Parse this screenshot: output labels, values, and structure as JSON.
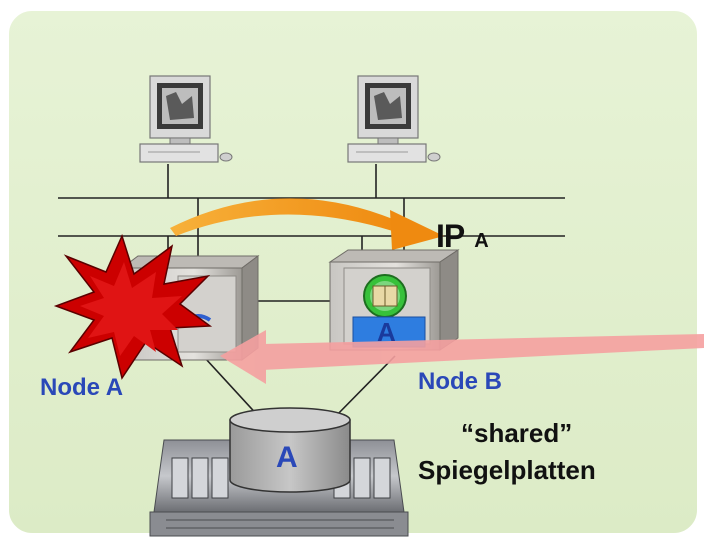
{
  "diagram": {
    "ip_label": "IP",
    "ip_subscript": "A",
    "node_a_label": "Node A",
    "node_b_label": "Node B",
    "service_tag": "A",
    "storage_tag": "A",
    "shared_label": "“shared”",
    "mirror_label": "Spiegelplatten"
  },
  "colors": {
    "background": "#e3f0cf",
    "failover_arrow": "#f29a1a",
    "client_arrow": "#f5a0a0",
    "crash_burst": "#cc0000",
    "label_blue": "#2a48b8",
    "service_box": "#2e7de0"
  },
  "icons": [
    "computer-icon",
    "server-icon",
    "explosion-icon",
    "disk-icon",
    "storage-array-icon",
    "service-icon"
  ]
}
